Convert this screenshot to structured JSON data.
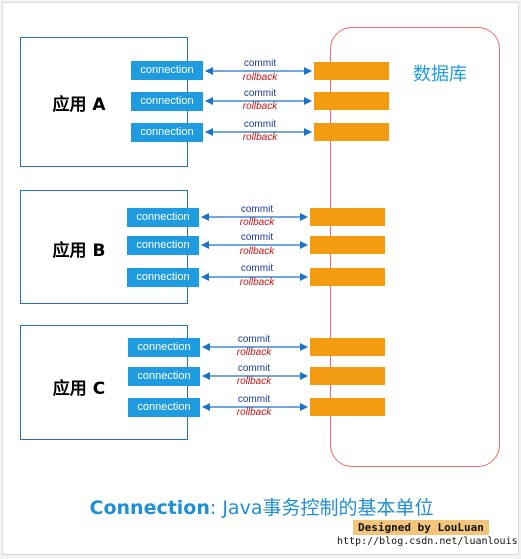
{
  "database": {
    "label": "数据库"
  },
  "apps": [
    {
      "label": "应用 A",
      "connections": [
        {
          "connection": "connection",
          "commit": "commit",
          "rollback": "rollback"
        },
        {
          "connection": "connection",
          "commit": "commit",
          "rollback": "rollback"
        },
        {
          "connection": "connection",
          "commit": "commit",
          "rollback": "rollback"
        }
      ]
    },
    {
      "label": "应用 B",
      "connections": [
        {
          "connection": "connection",
          "commit": "commit",
          "rollback": "rollback"
        },
        {
          "connection": "connection",
          "commit": "commit",
          "rollback": "rollback"
        },
        {
          "connection": "connection",
          "commit": "commit",
          "rollback": "rollback"
        }
      ]
    },
    {
      "label": "应用 C",
      "connections": [
        {
          "connection": "connection",
          "commit": "commit",
          "rollback": "rollback"
        },
        {
          "connection": "connection",
          "commit": "commit",
          "rollback": "rollback"
        },
        {
          "connection": "connection",
          "commit": "commit",
          "rollback": "rollback"
        }
      ]
    }
  ],
  "caption": {
    "bold": "Connection",
    "rest": ": Java事务控制的基本单位"
  },
  "credit": {
    "designed": "Designed by LouLuan",
    "url": "http://blog.csdn.net/luanlouis"
  },
  "colors": {
    "connection": "#1f9ce0",
    "db_slot": "#f39c12",
    "db_border": "#f06a6a",
    "commit": "#1a3a9c",
    "rollback": "#cc1111",
    "caption": "#1f8fd6"
  }
}
